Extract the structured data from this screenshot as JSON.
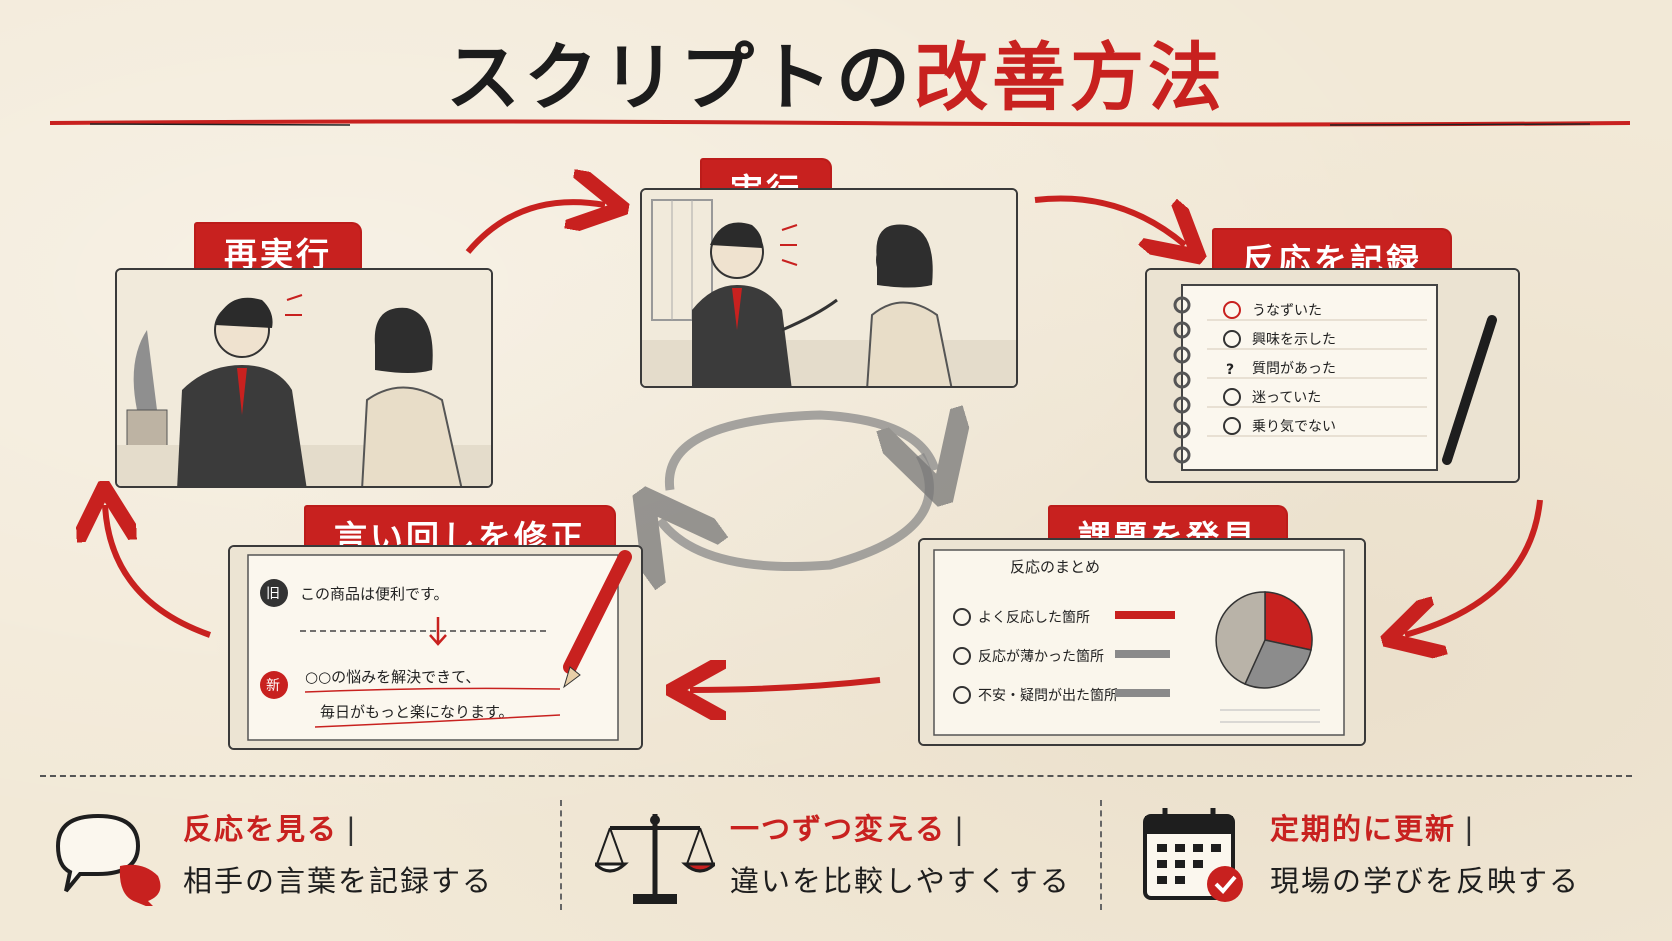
{
  "title": {
    "main": "スクリプトの",
    "accent": "改善方法"
  },
  "steps": {
    "execute": {
      "label": "実行"
    },
    "record": {
      "label": "反応を記録",
      "notes": [
        "うなずいた",
        "興味を示した",
        "質問があった",
        "迷っていた",
        "乗り気でない"
      ]
    },
    "discover": {
      "label": "課題を発見",
      "summary_title": "反応のまとめ",
      "rows": [
        "よく反応した箇所",
        "反応が薄かった箇所",
        "不安・疑問が出た箇所"
      ]
    },
    "revise": {
      "label": "言い回しを修正",
      "old_badge": "旧",
      "old_text": "この商品は便利です。",
      "new_badge": "新",
      "new_line1": "○○の悩みを解決できて、",
      "new_line2": "毎日がもっと楽になります。"
    },
    "rerun": {
      "label": "再実行"
    }
  },
  "features": [
    {
      "title": "反応を見る",
      "sep": "|",
      "desc": "相手の言葉を記録する",
      "icon": "speech-bubbles-icon"
    },
    {
      "title": "一つずつ変える",
      "sep": "|",
      "desc": "違いを比較しやすくする",
      "icon": "balance-scale-icon"
    },
    {
      "title": "定期的に更新",
      "sep": "|",
      "desc": "現場の学びを反映する",
      "icon": "calendar-check-icon"
    }
  ],
  "colors": {
    "accent": "#c8211f",
    "ink": "#222222",
    "paper": "#f2e9d7"
  }
}
